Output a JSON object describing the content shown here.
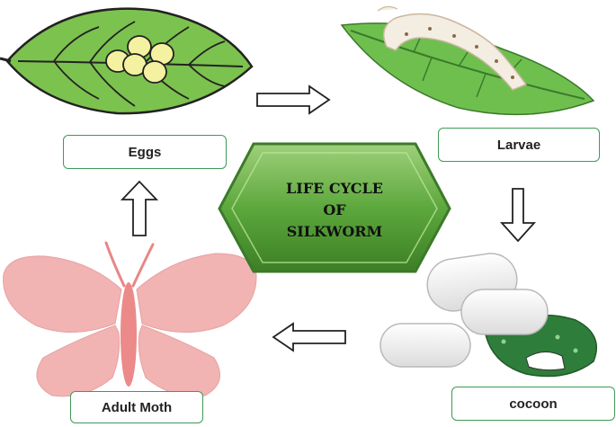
{
  "title": {
    "line1": "LIFE CYCLE",
    "line2": "OF",
    "line3": "SILKWORM"
  },
  "stages": {
    "eggs": "Eggs",
    "larvae": "Larvae",
    "cocoon": "cocoon",
    "adult_moth": "Adult Moth"
  },
  "colors": {
    "leaf": "#4caf50",
    "leaf_light": "#8bc34a",
    "hexagon": "#5a9e3a",
    "moth": "#f2b3b3",
    "label_border": "#3e9a55"
  },
  "icons": [
    "leaf-with-eggs-icon",
    "leaf-with-larvae-icon",
    "cocoons-icon",
    "moth-icon"
  ]
}
